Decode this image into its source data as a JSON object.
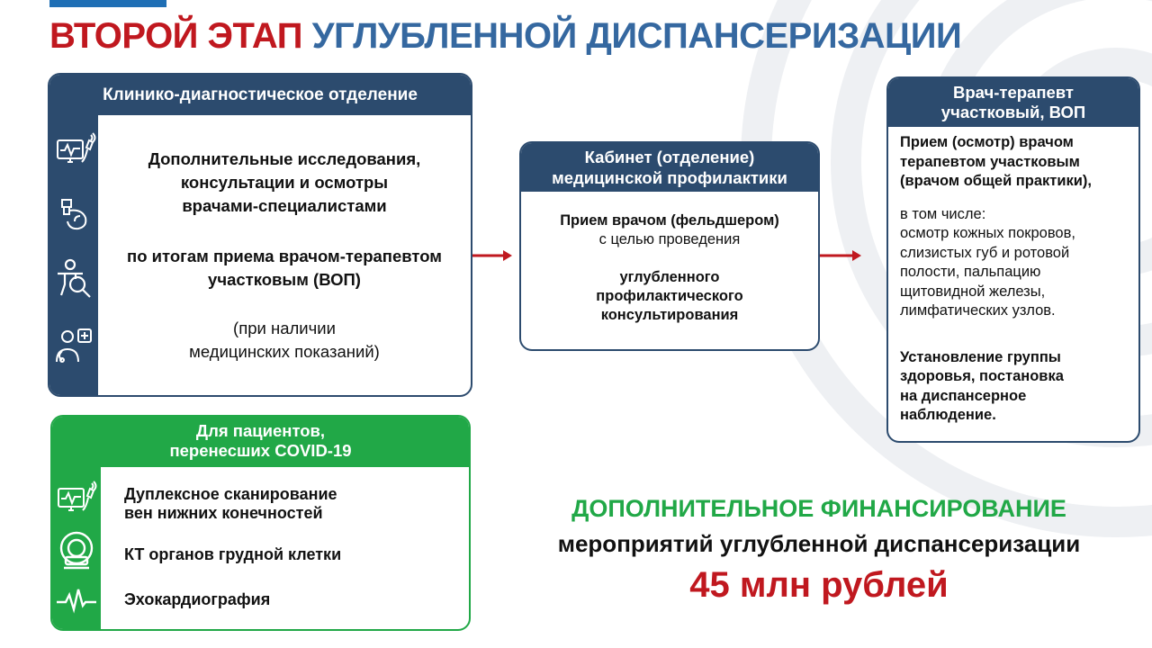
{
  "title": {
    "part1": "ВТОРОЙ ЭТАП",
    "part2": "УГЛУБЛЕННОЙ ДИСПАНСЕРИЗАЦИИ"
  },
  "colors": {
    "red": "#c0181f",
    "blue": "#3568a0",
    "navy": "#2c4b6e",
    "green": "#21a847"
  },
  "box1": {
    "header": "Клинико-диагностическое отделение",
    "main": [
      "Дополнительные исследования,",
      "консультации и осмотры",
      "врачами-специалистами"
    ],
    "sub": [
      "по итогам приема врачом-терапевтом",
      "участковым (ВОП)"
    ],
    "note": [
      "(при наличии",
      "медицинских показаний)"
    ],
    "icons": [
      "ultrasound-monitor-icon",
      "ultrasound-probe-icon",
      "patient-examination-icon",
      "doctor-icon"
    ]
  },
  "box2": {
    "header": [
      "Кабинет (отделение)",
      "медицинской профилактики"
    ],
    "line1": "Прием врачом (фельдшером)",
    "line2": "с целью проведения",
    "emph": [
      "углубленного",
      "профилактического",
      "консультирования"
    ]
  },
  "box3": {
    "header": [
      "Врач-терапевт",
      "участковый, ВОП"
    ],
    "para1": [
      "Прием (осмотр) врачом",
      "терапевтом участковым",
      "(врачом общей практики),"
    ],
    "para2": [
      "в том числе:",
      "осмотр кожных покровов,",
      "слизистых губ и ротовой",
      "полости, пальпацию",
      "щитовидной железы,",
      "лимфатических узлов."
    ],
    "para3": [
      "Установление группы",
      "здоровья, постановка",
      "на диспансерное",
      "наблюдение."
    ]
  },
  "box4": {
    "header": [
      "Для пациентов,",
      "перенесших COVID-19"
    ],
    "items": [
      {
        "label": [
          "Дуплексное сканирование",
          "вен нижних конечностей"
        ],
        "icon": "ultrasound-monitor-icon"
      },
      {
        "label": [
          "КТ органов грудной клетки"
        ],
        "icon": "ct-scanner-icon"
      },
      {
        "label": [
          "Эхокардиография"
        ],
        "icon": "heartbeat-icon"
      }
    ]
  },
  "funding": {
    "line1": "ДОПОЛНИТЕЛЬНОЕ ФИНАНСИРОВАНИЕ",
    "line2": "мероприятий углубленной диспансеризации",
    "amount": "45 млн рублей"
  }
}
